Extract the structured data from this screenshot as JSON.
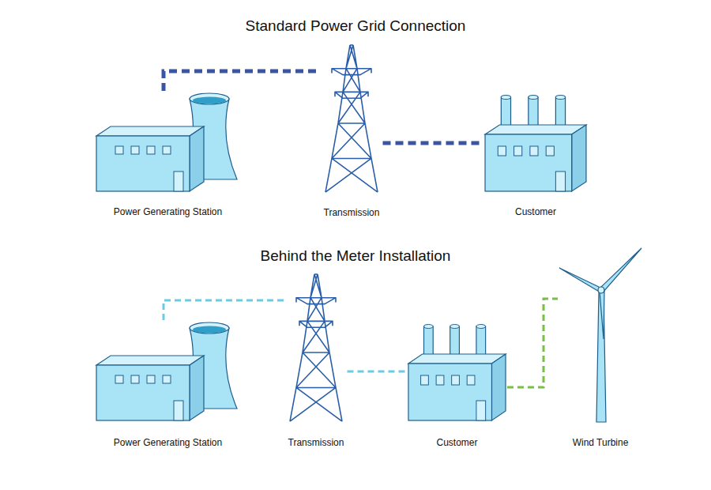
{
  "diagram": {
    "title": "Standard Power Grid Connection",
    "nodes": [
      {
        "text": [
          "Power Generating Station"
        ]
      },
      {
        "text": [
          "Transmission"
        ]
      },
      {
        "text": [
          "Customer"
        ]
      },
      {
        "text": [
          "Power Generating Station"
        ]
      },
      {
        "text": [
          "Transmission"
        ]
      },
      {
        "text": [
          "Customer"
        ]
      },
      {
        "text": [
          "Wind Turbine"
        ]
      }
    ],
    "edges": [
      {
        "from": 0,
        "to": 1,
        "arrow": "none"
      },
      {
        "from": 1,
        "to": 2,
        "arrow": "none"
      },
      {
        "from": 3,
        "to": 4,
        "arrow": "none"
      },
      {
        "from": 4,
        "to": 5,
        "arrow": "none"
      },
      {
        "from": 5,
        "to": 6,
        "arrow": "none"
      }
    ],
    "labels": [
      "Behind the Meter Installation"
    ]
  }
}
